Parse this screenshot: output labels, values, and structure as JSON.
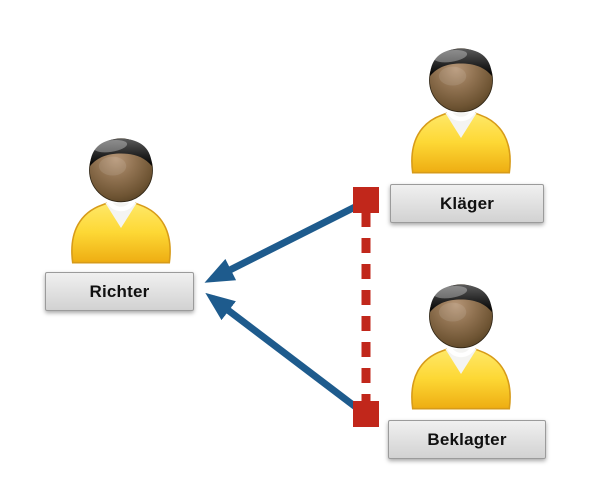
{
  "diagram": {
    "nodes": [
      {
        "id": "richter",
        "label": "Richter"
      },
      {
        "id": "klaeger",
        "label": "Kläger"
      },
      {
        "id": "beklagter",
        "label": "Beklagter"
      }
    ],
    "edges": [
      {
        "from": "klaeger",
        "to": "richter",
        "style": "solid",
        "marker": "arrow"
      },
      {
        "from": "beklagter",
        "to": "richter",
        "style": "solid",
        "marker": "arrow"
      },
      {
        "from": "klaeger",
        "to": "beklagter",
        "style": "dashed",
        "marker": "square-ends"
      }
    ],
    "colors": {
      "arrow_blue": "#1e5b8d",
      "dashed_red": "#c1271b",
      "label_bg": "#e0e0e0",
      "label_border": "#9b9b9b",
      "label_text": "#101010"
    }
  }
}
